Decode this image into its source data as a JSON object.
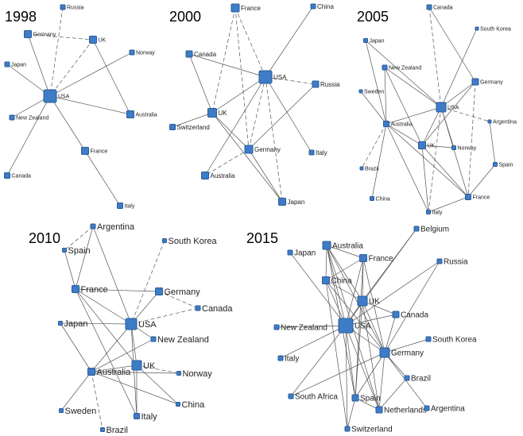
{
  "colors": {
    "node": "#3e7cc7",
    "edge": "#555555"
  },
  "panels": [
    {
      "year": "1998",
      "nodes": [
        {
          "id": "Russia",
          "label": "Russia"
        },
        {
          "id": "Germany",
          "label": "Germany"
        },
        {
          "id": "UK",
          "label": "UK"
        },
        {
          "id": "Norway",
          "label": "Norway"
        },
        {
          "id": "Japan",
          "label": "Japan"
        },
        {
          "id": "USA",
          "label": "USA"
        },
        {
          "id": "New Zealand",
          "label": "New Zealand"
        },
        {
          "id": "Australia",
          "label": "Australia"
        },
        {
          "id": "France",
          "label": "France"
        },
        {
          "id": "Canada",
          "label": "Canada"
        },
        {
          "id": "Italy",
          "label": "Italy"
        }
      ],
      "edges": [
        [
          "Germany",
          "UK",
          "dashed"
        ],
        [
          "Germany",
          "USA",
          "solid"
        ],
        [
          "Russia",
          "USA",
          "dashed"
        ],
        [
          "UK",
          "USA",
          "dashed"
        ],
        [
          "UK",
          "Australia",
          "solid"
        ],
        [
          "Norway",
          "USA",
          "solid"
        ],
        [
          "Japan",
          "USA",
          "solid"
        ],
        [
          "New Zealand",
          "USA",
          "solid"
        ],
        [
          "Australia",
          "USA",
          "solid"
        ],
        [
          "France",
          "USA",
          "solid"
        ],
        [
          "Canada",
          "USA",
          "solid"
        ],
        [
          "France",
          "Italy",
          "solid"
        ]
      ]
    },
    {
      "year": "2000",
      "nodes": [
        {
          "id": "France",
          "label": "France"
        },
        {
          "id": "China",
          "label": "China"
        },
        {
          "id": "Canada",
          "label": "Canada"
        },
        {
          "id": "USA",
          "label": "USA"
        },
        {
          "id": "Russia",
          "label": "Russia"
        },
        {
          "id": "UK",
          "label": "UK"
        },
        {
          "id": "Switzerland",
          "label": "Switzerland"
        },
        {
          "id": "Germany",
          "label": "Germany"
        },
        {
          "id": "Italy",
          "label": "Italy"
        },
        {
          "id": "Australia",
          "label": "Australia"
        },
        {
          "id": "Japan",
          "label": "Japan"
        }
      ],
      "edges": [
        [
          "France",
          "UK",
          "dashed"
        ],
        [
          "France",
          "USA",
          "dashed"
        ],
        [
          "France",
          "Germany",
          "dashed"
        ],
        [
          "China",
          "USA",
          "solid"
        ],
        [
          "Canada",
          "USA",
          "solid"
        ],
        [
          "Canada",
          "UK",
          "solid"
        ],
        [
          "USA",
          "Russia",
          "dashed"
        ],
        [
          "USA",
          "UK",
          "solid"
        ],
        [
          "USA",
          "Germany",
          "dashed"
        ],
        [
          "USA",
          "Italy",
          "solid"
        ],
        [
          "USA",
          "Japan",
          "dashed"
        ],
        [
          "USA",
          "Australia",
          "solid"
        ],
        [
          "UK",
          "Switzerland",
          "solid"
        ],
        [
          "UK",
          "Germany",
          "solid"
        ],
        [
          "UK",
          "Japan",
          "solid"
        ],
        [
          "Germany",
          "Russia",
          "solid"
        ],
        [
          "Germany",
          "Australia",
          "dashed"
        ],
        [
          "Germany",
          "Japan",
          "solid"
        ]
      ]
    },
    {
      "year": "2005",
      "nodes": [
        {
          "id": "Canada",
          "label": "Canada"
        },
        {
          "id": "South Korea",
          "label": "South Korea"
        },
        {
          "id": "Japan",
          "label": "Japan"
        },
        {
          "id": "New Zealand",
          "label": "New Zealand"
        },
        {
          "id": "Germany",
          "label": "Germany"
        },
        {
          "id": "Sweden",
          "label": "Sweden"
        },
        {
          "id": "USA",
          "label": "USA"
        },
        {
          "id": "Argentina",
          "label": "Argentina"
        },
        {
          "id": "Australia",
          "label": "Australia"
        },
        {
          "id": "UK",
          "label": "UK"
        },
        {
          "id": "Norway",
          "label": "Norway"
        },
        {
          "id": "Spain",
          "label": "Spain"
        },
        {
          "id": "Brazil",
          "label": "Brazil"
        },
        {
          "id": "France",
          "label": "France"
        },
        {
          "id": "China",
          "label": "China"
        },
        {
          "id": "Italy",
          "label": "Italy"
        }
      ],
      "edges": [
        [
          "Canada",
          "USA",
          "dashed"
        ],
        [
          "Canada",
          "Germany",
          "solid"
        ],
        [
          "South Korea",
          "USA",
          "solid"
        ],
        [
          "Japan",
          "Australia",
          "solid"
        ],
        [
          "Japan",
          "USA",
          "solid"
        ],
        [
          "New Zealand",
          "Australia",
          "solid"
        ],
        [
          "New Zealand",
          "USA",
          "solid"
        ],
        [
          "New Zealand",
          "UK",
          "solid"
        ],
        [
          "Germany",
          "USA",
          "solid"
        ],
        [
          "Germany",
          "France",
          "dashed"
        ],
        [
          "Sweden",
          "Australia",
          "solid"
        ],
        [
          "USA",
          "Argentina",
          "dashed"
        ],
        [
          "USA",
          "Australia",
          "solid"
        ],
        [
          "USA",
          "UK",
          "solid"
        ],
        [
          "USA",
          "France",
          "solid"
        ],
        [
          "USA",
          "Italy",
          "dashed"
        ],
        [
          "USA",
          "Norway",
          "solid"
        ],
        [
          "Australia",
          "UK",
          "solid"
        ],
        [
          "Australia",
          "Brazil",
          "dashed"
        ],
        [
          "Australia",
          "China",
          "solid"
        ],
        [
          "Australia",
          "France",
          "solid"
        ],
        [
          "UK",
          "Norway",
          "solid"
        ],
        [
          "UK",
          "Italy",
          "solid"
        ],
        [
          "UK",
          "France",
          "solid"
        ],
        [
          "Argentina",
          "Spain",
          "solid"
        ],
        [
          "Spain",
          "France",
          "solid"
        ],
        [
          "France",
          "Italy",
          "solid"
        ],
        [
          "Germany",
          "UK",
          "solid"
        ],
        [
          "Australia",
          "Italy",
          "solid"
        ]
      ]
    },
    {
      "year": "2010",
      "nodes": [
        {
          "id": "Argentina",
          "label": "Argentina"
        },
        {
          "id": "South Korea",
          "label": "South Korea"
        },
        {
          "id": "Spain",
          "label": "Spain"
        },
        {
          "id": "France",
          "label": "France"
        },
        {
          "id": "Germany",
          "label": "Germany"
        },
        {
          "id": "Canada",
          "label": "Canada"
        },
        {
          "id": "Japan",
          "label": "Japan"
        },
        {
          "id": "USA",
          "label": "USA"
        },
        {
          "id": "New Zealand",
          "label": "New Zealand"
        },
        {
          "id": "UK",
          "label": "UK"
        },
        {
          "id": "Australia",
          "label": "Australia"
        },
        {
          "id": "Norway",
          "label": "Norway"
        },
        {
          "id": "China",
          "label": "China"
        },
        {
          "id": "Sweden",
          "label": "Sweden"
        },
        {
          "id": "Italy",
          "label": "Italy"
        },
        {
          "id": "Brazil",
          "label": "Brazil"
        }
      ],
      "edges": [
        [
          "Argentina",
          "Spain",
          "dashed"
        ],
        [
          "Argentina",
          "France",
          "solid"
        ],
        [
          "Argentina",
          "USA",
          "solid"
        ],
        [
          "Spain",
          "France",
          "solid"
        ],
        [
          "France",
          "Germany",
          "solid"
        ],
        [
          "France",
          "USA",
          "solid"
        ],
        [
          "France",
          "UK",
          "solid"
        ],
        [
          "France",
          "Italy",
          "solid"
        ],
        [
          "Germany",
          "Canada",
          "dashed"
        ],
        [
          "Germany",
          "USA",
          "solid"
        ],
        [
          "Canada",
          "USA",
          "dashed"
        ],
        [
          "South Korea",
          "USA",
          "dashed"
        ],
        [
          "Japan",
          "USA",
          "solid"
        ],
        [
          "USA",
          "New Zealand",
          "solid"
        ],
        [
          "USA",
          "UK",
          "solid"
        ],
        [
          "USA",
          "Australia",
          "solid"
        ],
        [
          "USA",
          "Italy",
          "solid"
        ],
        [
          "New Zealand",
          "Australia",
          "solid"
        ],
        [
          "UK",
          "Australia",
          "solid"
        ],
        [
          "UK",
          "Norway",
          "dashed"
        ],
        [
          "UK",
          "Italy",
          "solid"
        ],
        [
          "UK",
          "China",
          "solid"
        ],
        [
          "Australia",
          "Sweden",
          "solid"
        ],
        [
          "Australia",
          "Brazil",
          "dashed"
        ],
        [
          "Australia",
          "China",
          "solid"
        ],
        [
          "Australia",
          "Norway",
          "solid"
        ],
        [
          "Japan",
          "Australia",
          "solid"
        ]
      ]
    },
    {
      "year": "2015",
      "nodes": [
        {
          "id": "Australia",
          "label": "Australia"
        },
        {
          "id": "Belgium",
          "label": "Belgium"
        },
        {
          "id": "Japan",
          "label": "Japan"
        },
        {
          "id": "France",
          "label": "France"
        },
        {
          "id": "Russia",
          "label": "Russia"
        },
        {
          "id": "China",
          "label": "China"
        },
        {
          "id": "UK",
          "label": "UK"
        },
        {
          "id": "Canada",
          "label": "Canada"
        },
        {
          "id": "New Zealand",
          "label": "New Zealand"
        },
        {
          "id": "USA",
          "label": "USA"
        },
        {
          "id": "South Korea",
          "label": "South Korea"
        },
        {
          "id": "Germany",
          "label": "Germany"
        },
        {
          "id": "Italy",
          "label": "Italy"
        },
        {
          "id": "Brazil",
          "label": "Brazil"
        },
        {
          "id": "South Africa",
          "label": "South Africa"
        },
        {
          "id": "Spain",
          "label": "Spain"
        },
        {
          "id": "Netherlands",
          "label": "Netherlands"
        },
        {
          "id": "Argentina",
          "label": "Argentina"
        },
        {
          "id": "Switzerland",
          "label": "Switzerland"
        }
      ],
      "edges": [
        [
          "Australia",
          "France",
          "solid"
        ],
        [
          "Australia",
          "China",
          "solid"
        ],
        [
          "Australia",
          "UK",
          "solid"
        ],
        [
          "Australia",
          "USA",
          "solid"
        ],
        [
          "Australia",
          "Germany",
          "solid"
        ],
        [
          "Australia",
          "Spain",
          "solid"
        ],
        [
          "Australia",
          "Netherlands",
          "solid"
        ],
        [
          "Belgium",
          "UK",
          "solid"
        ],
        [
          "Belgium",
          "USA",
          "solid"
        ],
        [
          "Japan",
          "USA",
          "solid"
        ],
        [
          "France",
          "China",
          "solid"
        ],
        [
          "France",
          "UK",
          "solid"
        ],
        [
          "France",
          "USA",
          "solid"
        ],
        [
          "France",
          "Germany",
          "solid"
        ],
        [
          "France",
          "Spain",
          "solid"
        ],
        [
          "Russia",
          "Germany",
          "solid"
        ],
        [
          "Russia",
          "USA",
          "solid"
        ],
        [
          "China",
          "UK",
          "solid"
        ],
        [
          "China",
          "USA",
          "solid"
        ],
        [
          "China",
          "Germany",
          "solid"
        ],
        [
          "UK",
          "USA",
          "solid"
        ],
        [
          "UK",
          "Canada",
          "solid"
        ],
        [
          "UK",
          "Germany",
          "solid"
        ],
        [
          "UK",
          "Spain",
          "solid"
        ],
        [
          "UK",
          "Netherlands",
          "solid"
        ],
        [
          "Canada",
          "USA",
          "solid"
        ],
        [
          "Canada",
          "Germany",
          "solid"
        ],
        [
          "New Zealand",
          "USA",
          "solid"
        ],
        [
          "USA",
          "Germany",
          "solid"
        ],
        [
          "USA",
          "Italy",
          "solid"
        ],
        [
          "USA",
          "South Africa",
          "solid"
        ],
        [
          "USA",
          "Spain",
          "solid"
        ],
        [
          "USA",
          "Netherlands",
          "solid"
        ],
        [
          "USA",
          "Switzerland",
          "solid"
        ],
        [
          "Germany",
          "South Korea",
          "solid"
        ],
        [
          "Germany",
          "Brazil",
          "solid"
        ],
        [
          "Germany",
          "Argentina",
          "solid"
        ],
        [
          "Germany",
          "Spain",
          "solid"
        ],
        [
          "Germany",
          "Netherlands",
          "solid"
        ],
        [
          "Germany",
          "South Africa",
          "solid"
        ],
        [
          "Spain",
          "Netherlands",
          "solid"
        ],
        [
          "Spain",
          "Switzerland",
          "solid"
        ],
        [
          "Brazil",
          "Netherlands",
          "solid"
        ],
        [
          "China",
          "Switzerland",
          "solid"
        ]
      ]
    }
  ]
}
